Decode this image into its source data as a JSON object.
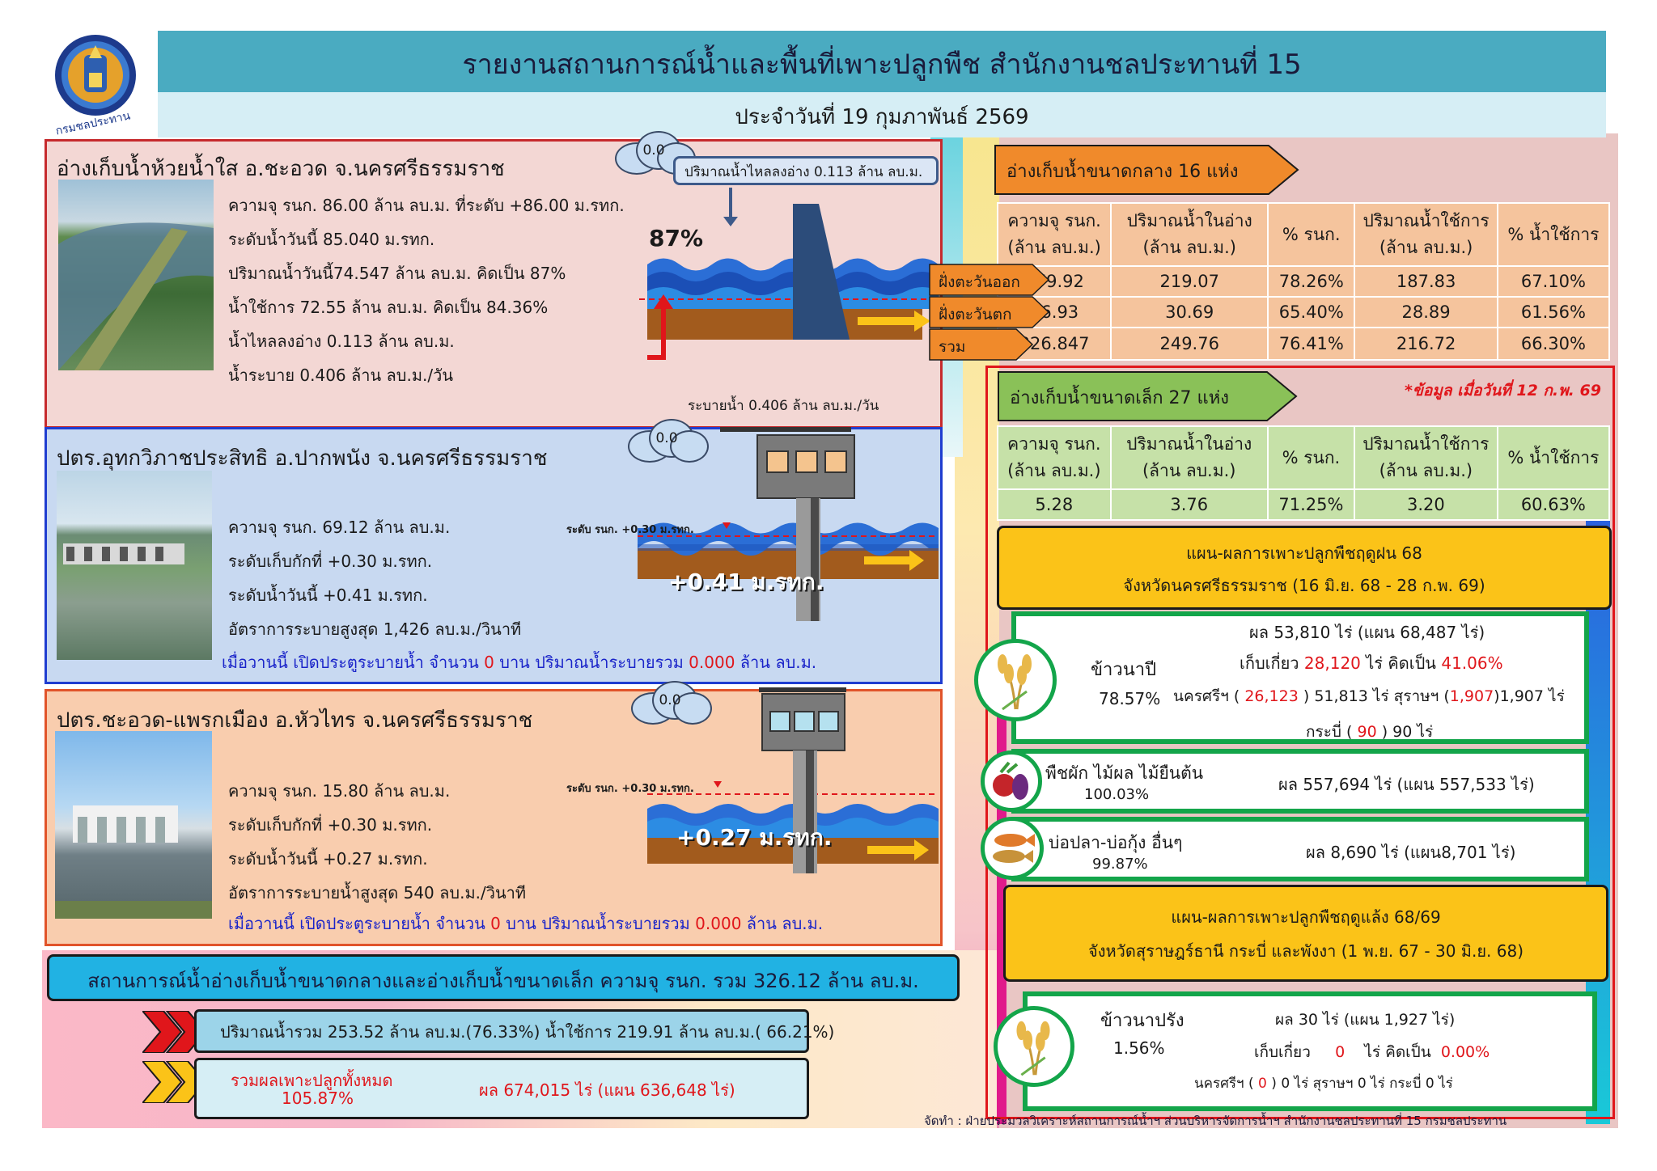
{
  "header": {
    "title": "รายงานสถานการณ์น้ำและพื้นที่เพาะปลูกพืช  สำนักงานชลประทานที่ 15",
    "date": "ประจำวันที่ 19 กุมภาพันธ์ 2569",
    "logo_text": "กรมชลประทาน"
  },
  "reservoir1": {
    "name": "อ่างเก็บน้ำห้วยน้ำใส อ.ชะอวด จ.นครศรีธรรมราช",
    "cloud": "0.0",
    "lines": [
      "ความจุ รนก. 86.00 ล้าน ลบ.ม. ที่ระดับ +86.00 ม.รทก.",
      "ระดับน้ำวันนี้ 85.040 ม.รทก.",
      "ปริมาณน้ำวันนี้74.547 ล้าน ลบ.ม. คิดเป็น  87%",
      "น้ำใช้การ 72.55 ล้าน ลบ.ม. คิดเป็น  84.36%",
      "น้ำไหลลงอ่าง 0.113  ล้าน ลบ.ม.",
      "น้ำระบาย 0.406  ล้าน ลบ.ม./วัน"
    ],
    "inflow_box": "ปริมาณน้ำไหลลงอ่าง  0.113  ล้าน  ลบ.ม.",
    "percent": "87%",
    "release": "ระบายน้ำ  0.406   ล้าน ลบ.ม./วัน"
  },
  "gate1": {
    "name": "ปตร.อุทกวิภาชประสิทธิ อ.ปากพนัง จ.นครศรีธรรมราช",
    "cloud": "0.0",
    "lines": [
      "ความจุ รนก. 69.12 ล้าน ลบ.ม.",
      "ระดับเก็บกักที่ +0.30 ม.รทก.",
      "ระดับน้ำวันนี้  +0.41   ม.รทก.",
      "อัตราการระบายสูงสุด  1,426  ลบ.ม./วินาที"
    ],
    "level_label": "ระดับ รนก. +0.30 ม.รทก.",
    "level": "+0.41  ม.รทก.",
    "footer_a": "เมื่อวานนี้ เปิดประตูระบายน้ำ  จำนวน",
    "footer_n": "0",
    "footer_b": "บาน  ปริมาณน้ำระบายรวม",
    "footer_v": "0.000",
    "footer_c": "ล้าน  ลบ.ม."
  },
  "gate2": {
    "name": "ปตร.ชะอวด-แพรกเมือง อ.หัวไทร จ.นครศรีธรรมราช",
    "cloud": "0.0",
    "lines": [
      "ความจุ รนก. 15.80 ล้าน ลบ.ม.",
      "ระดับเก็บกักที่ +0.30 ม.รทก.",
      "ระดับน้ำวันนี้  +0.27    ม.รทก.",
      "อัตราการระบายน้ำสูงสุด  540  ลบ.ม./วินาที"
    ],
    "level_label": "ระดับ รนก. +0.30 ม.รทก.",
    "level": "+0.27 ม.รทก.",
    "footer_a": "เมื่อวานนี้ เปิดประตูระบายน้ำ  จำนวน",
    "footer_n": "0",
    "footer_b": "บาน   ปริมาณน้ำระบายรวม",
    "footer_v": "0.000",
    "footer_c": "ล้าน  ลบ.ม."
  },
  "summary": {
    "banner": "สถานการณ์น้ำอ่างเก็บน้ำขนาดกลางและอ่างเก็บน้ำขนาดเล็ก ความจุ รนก. รวม 326.12 ล้าน ลบ.ม.",
    "water": "ปริมาณน้ำรวม 253.52 ล้าน ลบ.ม.(76.33%) น้ำใช้การ  219.91 ล้าน ลบ.ม.( 66.21%)",
    "crop_label": "รวมผลเพาะปลูกทั้งหมด",
    "crop_pct": "105.87%",
    "crop_value": "ผล 674,015 ไร่ (แผน  636,648 ไร่)"
  },
  "medium": {
    "title": "อ่างเก็บน้ำขนาดกลาง 16 แห่ง",
    "headers": [
      [
        "ความจุ รนก.",
        "(ล้าน ลบ.ม.)"
      ],
      [
        "ปริมาณน้ำในอ่าง",
        "(ล้าน ลบ.ม.)"
      ],
      [
        "% รนก.",
        ""
      ],
      [
        "ปริมาณน้ำใช้การ",
        "(ล้าน ลบ.ม.)"
      ],
      [
        "% น้ำใช้การ",
        ""
      ]
    ],
    "rows": [
      {
        "label": "ฝั่งตะวันออก",
        "values": [
          "279.92",
          "219.07",
          "78.26%",
          "187.83",
          "67.10%"
        ]
      },
      {
        "label": "ฝั่งตะวันตก",
        "values": [
          "46.93",
          "30.69",
          "65.40%",
          "28.89",
          "61.56%"
        ]
      },
      {
        "label": "รวม",
        "values": [
          "326.847",
          "249.76",
          "76.41%",
          "216.72",
          "66.30%"
        ]
      }
    ]
  },
  "small": {
    "title": "อ่างเก็บน้ำขนาดเล็ก 27 แห่ง",
    "note": "*ข้อมูล เมื่อวันที่ 12 ก.พ. 69",
    "headers": [
      [
        "ความจุ รนก.",
        "(ล้าน ลบ.ม.)"
      ],
      [
        "ปริมาณน้ำในอ่าง",
        "(ล้าน ลบ.ม.)"
      ],
      [
        "% รนก.",
        ""
      ],
      [
        "ปริมาณน้ำใช้การ",
        "(ล้าน ลบ.ม.)"
      ],
      [
        "% น้ำใช้การ",
        ""
      ]
    ],
    "values": [
      "5.28",
      "3.76",
      "71.25%",
      "3.20",
      "60.63%"
    ]
  },
  "rainy": {
    "title": "แผน-ผลการเพาะปลูกพืชฤดูฝน 68",
    "subtitle": "จังหวัดนครศรีธรรมราช (16 มิ.ย. 68 - 28 ก.พ. 69)",
    "rice": {
      "label": "ข้าวนาปี",
      "pct": "78.57%",
      "result": "ผล  53,810 ไร่ (แผน  68,487  ไร่)",
      "harvest_a": "เก็บเกี่ยว",
      "harvest_v": "28,120",
      "harvest_b": "ไร่ คิดเป็น",
      "harvest_p": "41.06%",
      "prov_a": "นครศรีฯ (",
      "prov_nk": "26,123",
      "prov_b": ")   51,813 ไร่  สุราษฯ  (",
      "prov_sr": "1,907",
      "prov_c": ")1,907  ไร่",
      "krabi_a": "กระบี่  (",
      "krabi_v": "90",
      "krabi_b": ")  90 ไร่"
    },
    "veg": {
      "label": "พืชผัก ไม้ผล ไม้ยืนต้น",
      "pct": "100.03%",
      "result": "ผล  557,694 ไร่  (แผน  557,533 ไร่)"
    },
    "fish": {
      "label": "บ่อปลา-บ่อกุ้ง อื่นๆ",
      "pct": "99.87%",
      "result": "ผล 8,690      ไร่  (แผน8,701     ไร่)"
    }
  },
  "dry": {
    "title": "แผน-ผลการเพาะปลูกพืชฤดูแล้ง 68/69",
    "subtitle": "จังหวัดสุราษฎร์ธานี กระบี่ และพังงา (1 พ.ย. 67 - 30 มิ.ย. 68)",
    "rice": {
      "label": "ข้าวนาปรัง",
      "pct": "1.56%",
      "result": "ผล 30        ไร่  (แผน 1,927    ไร่)",
      "harvest_a": "เก็บเกี่ยว",
      "harvest_v": "0",
      "harvest_b": "ไร่  คิดเป็น",
      "harvest_p": "0.00%",
      "prov_a": "นครศรีฯ (",
      "prov_nk": "0",
      "prov_b": ")     0     ไร่  สุราษฯ     0       ไร่  กระบี่ 0   ไร่"
    }
  },
  "footer": "จัดทำ : ฝ่ายประมวลวิเคราะห์สถานการณ์น้ำฯ  ส่วนบริหารจัดการน้ำฯ  สำนักงานชลประทานที่ 15  กรมชลประทาน",
  "colors": {
    "header_bar": "#4aabc1",
    "res_border": "#c62a2d",
    "res_bg": "#f3d7d4",
    "gate1_border": "#1f3dd0",
    "gate1_bg": "#c8d9f1",
    "gate2_border": "#e1542a",
    "gate2_bg": "#f9cdae",
    "orange": "#f08a2b",
    "green": "#8ac158",
    "yellow": "#fbc318",
    "red": "#e0161b"
  }
}
